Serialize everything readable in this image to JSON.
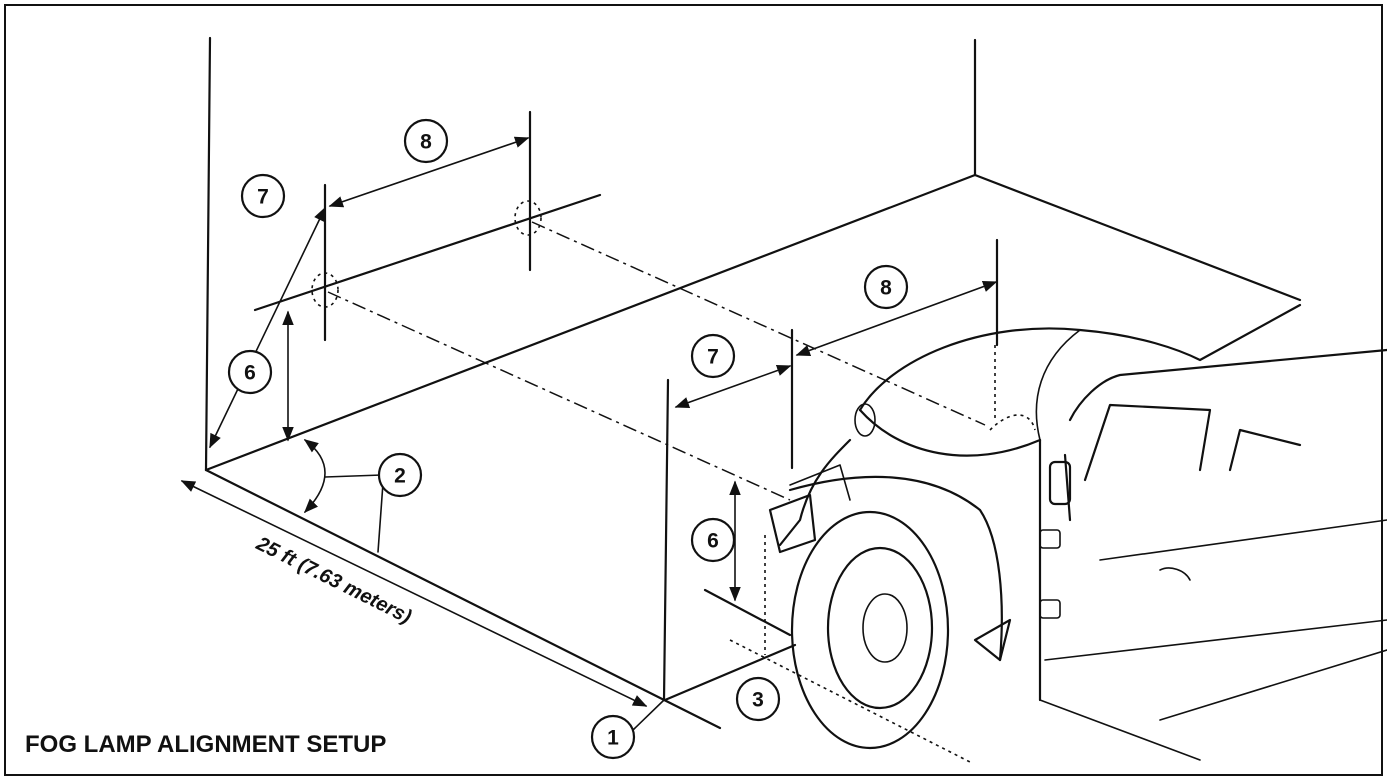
{
  "title": "FOG LAMP ALIGNMENT SETUP",
  "distance_label": "25 ft (7.63 meters)",
  "callouts": {
    "c1": "1",
    "c2": "2",
    "c3": "3",
    "c6": "6",
    "c7": "7",
    "c8": "8"
  }
}
